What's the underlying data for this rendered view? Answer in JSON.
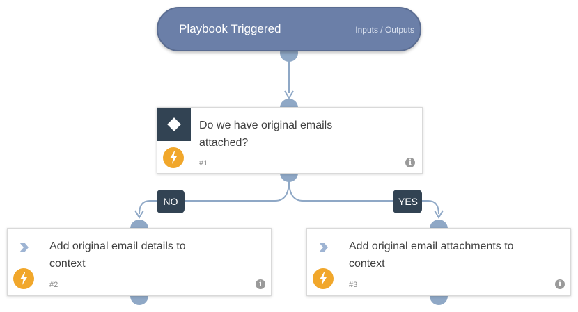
{
  "trigger": {
    "title": "Playbook Triggered",
    "io_link": "Inputs / Outputs"
  },
  "nodes": [
    {
      "type": "condition",
      "text": "Do we have original emails attached?",
      "number": "#1",
      "icons": [
        "diamond-icon",
        "lightning-icon",
        "info-icon"
      ]
    },
    {
      "type": "task",
      "text": "Add original email details to context",
      "number": "#2",
      "icons": [
        "chevron-right-icon",
        "lightning-icon",
        "info-icon"
      ]
    },
    {
      "type": "task",
      "text": "Add original email attachments to context",
      "number": "#3",
      "icons": [
        "chevron-right-icon",
        "lightning-icon",
        "info-icon"
      ]
    }
  ],
  "branches": {
    "no": "NO",
    "yes": "YES"
  },
  "colors": {
    "trigger_fill": "#6b7fa8",
    "connector": "#8fa8c6",
    "condition_dark": "#324353",
    "bolt_orange": "#f1a72b",
    "chevron_blue": "#9eb4d3"
  }
}
